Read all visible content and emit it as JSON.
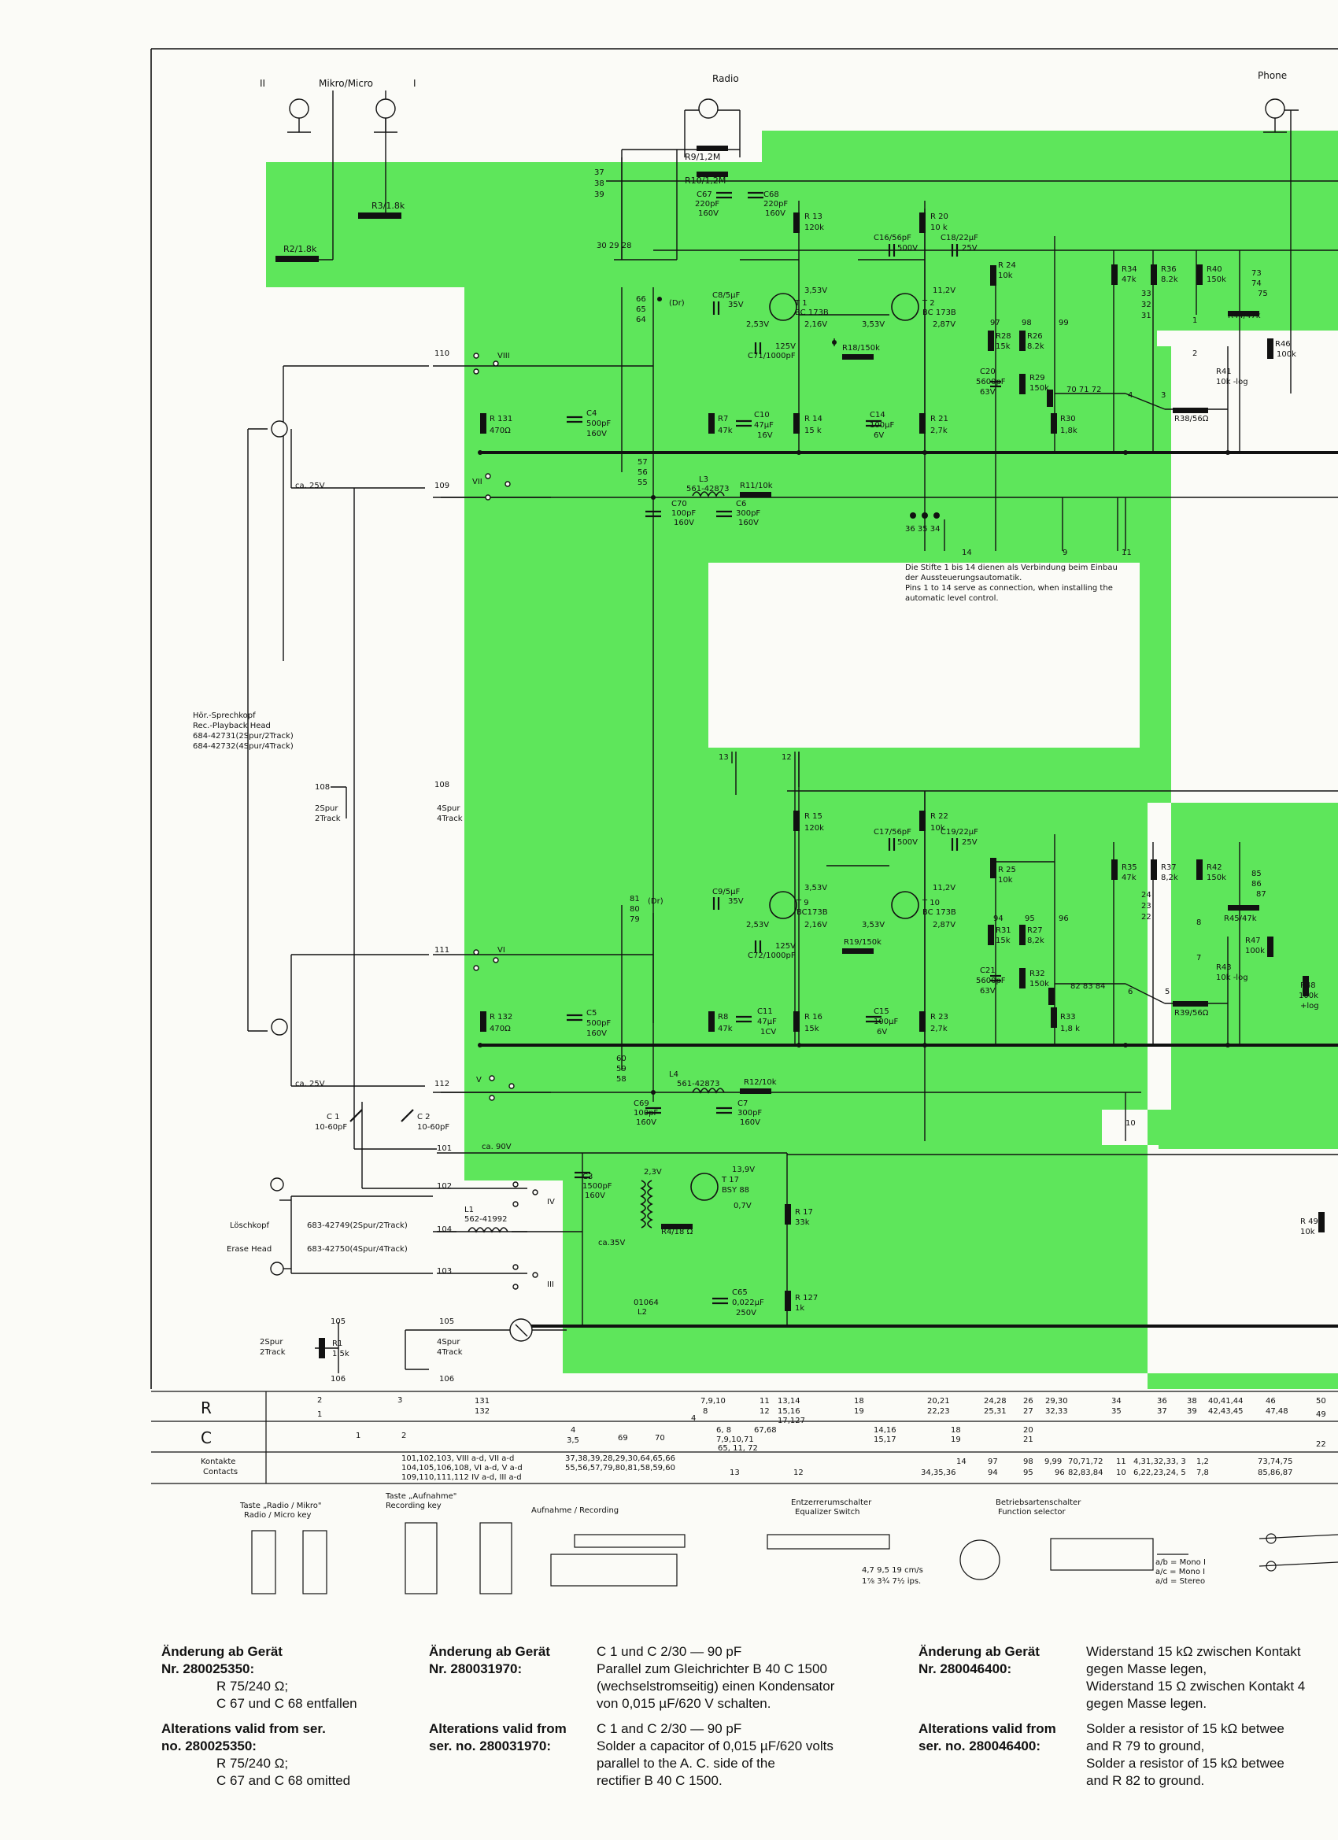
{
  "colors": {
    "green": "#5ee65b",
    "line": "#111111",
    "paper": "#fbfbf7"
  },
  "jacks": {
    "mic_label": "Mikro/Micro",
    "mic_left": "II",
    "mic_right": "I",
    "radio_label": "Radio",
    "phone_label": "Phone"
  },
  "note": {
    "de1": "Die Stifte 1 bis 14 dienen als Verbindung beim Einbau",
    "de2": "der Aussteuerungsautomatik.",
    "en1": "Pins 1 to 14 serve as connection, when installing the",
    "en2": "automatic level control."
  },
  "heads": {
    "rec_de": "Hör.-Sprechkopf",
    "rec_en": "Rec.-Playback Head",
    "rec_p1": "684-42731(2Spur/2Track)",
    "rec_p2": "684-42732(4Spur/4Track)",
    "erase_de": "Löschkopf",
    "erase_en": "Erase Head",
    "erase_p1": "683-42749(2Spur/2Track)",
    "erase_p2": "683-42750(4Spur/4Track)",
    "spur2": "2Spur",
    "track2": "2Track",
    "spur4": "4Spur",
    "track4": "4Track"
  },
  "voltages": {
    "v25a": "ca. 25V",
    "v25b": "ca. 25V",
    "v90": "ca. 90V",
    "v35": "ca.35V"
  },
  "components": {
    "R3": "R3/1.8k",
    "R2": "R2/1.8k",
    "R9": "R9/1,2M",
    "R10": "R10/1,2M",
    "C67": "C67",
    "C67v": "220pF",
    "C67u": "160V",
    "C68": "C68",
    "C68v": "220pF",
    "C68u": "160V",
    "R13": "R 13",
    "R13v": "120k",
    "R20": "R 20",
    "R20v": "10 k",
    "C16": "C16/56pF",
    "C16u": "500V",
    "C18": "C18/22µF",
    "C18u": "25V",
    "C8": "C8/5µF",
    "C8u": "35V",
    "T1": "T 1",
    "T1t": "BC 173B",
    "T2": "T 2",
    "T2t": "BC 173B",
    "C71": "C71/1000pF",
    "C71u": "125V",
    "R18": "R18/150k",
    "R24": "R 24",
    "R24v": "10k",
    "R28": "R28",
    "R28v": "15k",
    "R26": "R26",
    "R26v": "8.2k",
    "C20": "C20",
    "C20v": "5600pF",
    "C20u": "63V",
    "R29": "R29",
    "R29v": "150k",
    "R34": "R34",
    "R34v": "47k",
    "R36": "R36",
    "R36v": "8.2k",
    "R40": "R40",
    "R40v": "150k",
    "R44": "R44/47k",
    "R46": "R46",
    "R46v": "100k",
    "R41": "R41",
    "R41v": "10k -log",
    "R38": "R38/56Ω",
    "R30": "R30",
    "R30v": "1,8k",
    "R131": "R 131",
    "R131v": "470Ω",
    "C4": "C4",
    "C4v": "500pF",
    "C4u": "160V",
    "R7": "R7",
    "R7v": "47k",
    "C10": "C10",
    "C10v": "47µF",
    "C10u": "16V",
    "R14": "R 14",
    "R14v": "15 k",
    "C14": "C14",
    "C14v": "100µF",
    "C14u": "6V",
    "R21": "R 21",
    "R21v": "2,7k",
    "L3": "L3",
    "L3v": "561-42873",
    "R11": "R11/10k",
    "C70": "C70",
    "C70v": "100pF",
    "C70u": "160V",
    "C6": "C6",
    "C6v": "300pF",
    "C6u": "160V",
    "R15": "R 15",
    "R15v": "120k",
    "R22": "R 22",
    "R22v": "10k",
    "C17": "C17/56pF",
    "C17u": "500V",
    "C19": "C19/22µF",
    "C19u": "25V",
    "C9": "C9/5µF",
    "C9u": "35V",
    "T9": "T 9",
    "T9t": "BC173B",
    "T10": "T 10",
    "T10t": "BC 173B",
    "C72": "C72/1000pF",
    "C72u": "125V",
    "R19": "R19/150k",
    "R25": "R 25",
    "R25v": "10k",
    "R31": "R31",
    "R31v": "15k",
    "R27": "R27",
    "R27v": "8,2k",
    "C21": "C21",
    "C21v": "5600pF",
    "C21u": "63V",
    "R32": "R32",
    "R32v": "150k",
    "R35": "R35",
    "R35v": "47k",
    "R37": "R37",
    "R37v": "8,2k",
    "R42": "R42",
    "R42v": "150k",
    "R45": "R45/47k",
    "R47": "R47",
    "R47v": "100k",
    "R43": "R43",
    "R43v": "10k -log",
    "R39": "R39/56Ω",
    "R48": "R48",
    "R48v": "100k",
    "R48w": "+log",
    "R33": "R33",
    "R33v": "1,8 k",
    "R132": "R 132",
    "R132v": "470Ω",
    "C5": "C5",
    "C5v": "500pF",
    "C5u": "160V",
    "R8": "R8",
    "R8v": "47k",
    "C11": "C11",
    "C11v": "47µF",
    "C11u": "1CV",
    "R16": "R 16",
    "R16v": "15k",
    "C15": "C15",
    "C15v": "100µF",
    "C15u": "6V",
    "R23": "R 23",
    "R23v": "2,7k",
    "L4": "L4",
    "L4v": "561-42873",
    "R12": "R12/10k",
    "C69": "C69",
    "C69v": "100pF",
    "C69u": "160V",
    "C7": "C7",
    "C7v": "300pF",
    "C7u": "160V",
    "C1": "C 1",
    "C1v": "10-60pF",
    "C2": "C 2",
    "C2v": "10-60pF",
    "C3": "C3",
    "C3v": "1500pF",
    "C3u": "160V",
    "L1": "L1",
    "L1v": "562-41992",
    "T17": "T 17",
    "T17t": "BSY 88",
    "R4": "R4/18 Ω",
    "R17": "R 17",
    "R17v": "33k",
    "R127": "R 127",
    "R127v": "1k",
    "C65": "C65",
    "C65v": "0,022µF",
    "C65u": "250V",
    "L2": "L2",
    "L2t": "01064",
    "R1": "R1",
    "R1v": "1.5k",
    "R49": "R 49",
    "R49v": "10k"
  },
  "test_points": {
    "v1": "3,53V",
    "v2": "11,2V",
    "v3": "2,53V",
    "v4": "2,16V",
    "v5": "3,53V",
    "v6": "2,87V",
    "v7": "3,53V",
    "v8": "11,2V",
    "v9": "2,53V",
    "v10": "2,16V",
    "v11": "3,53V",
    "v12": "2,87V",
    "v13": "2,3V",
    "v14": "13,9V",
    "v15": "0,7V"
  },
  "numbers": {
    "n37": "37",
    "n38": "38",
    "n39": "39",
    "n302928": "30 29 28",
    "n66": "66",
    "n65": "65",
    "n64": "64",
    "dr1": "(Dr)",
    "dr2": "(Dr)",
    "n110": "110",
    "n109": "109",
    "n57": "57",
    "n56": "56",
    "n55": "55",
    "n36": "36 35 34",
    "n14": "14",
    "n9": "9",
    "n11": "11",
    "n97": "97",
    "n98": "98",
    "n99": "99",
    "n707172": "70 71 72",
    "n33": "33",
    "n32": "32",
    "n31": "31",
    "n73": "73",
    "n74": "74",
    "n75": "75",
    "n1": "1",
    "n2": "2",
    "n3": "3",
    "n4": "4",
    "n13": "13",
    "n12": "12",
    "n108a": "108",
    "n108b": "108",
    "n81": "81",
    "n80": "80",
    "n79": "79",
    "n111": "111",
    "n112": "112",
    "n60": "60",
    "n59": "59",
    "n58": "58",
    "n94": "94",
    "n95": "95",
    "n96": "96",
    "n828384": "82 83 84",
    "n24": "24",
    "n23": "23",
    "n22": "22",
    "n85": "85",
    "n86": "86",
    "n87": "87",
    "n8": "8",
    "n7": "7",
    "n6": "6",
    "n5": "5",
    "n10": "10",
    "n101": "101",
    "n102": "102",
    "n104": "104",
    "n103": "103",
    "n105a": "105",
    "n106": "106",
    "n105b": "105",
    "n107": "106"
  },
  "switch_labels": {
    "s8": "VIII",
    "s7": "VII",
    "s6": "VI",
    "s5": "V",
    "s4": "IV",
    "s3": "III",
    "a": "a",
    "b": "b",
    "c": "c",
    "d": "d"
  },
  "table": {
    "row_r": "R",
    "row_c": "C",
    "row_k1": "Kontakte",
    "row_k2": "Contacts",
    "r_top": [
      "2",
      "3",
      "131",
      "7,9,10",
      "11",
      "13,14",
      "18",
      "20,21",
      "24,28",
      "26",
      "29,30",
      "34",
      "36",
      "38",
      "40,41,44",
      "46",
      "50"
    ],
    "r_bot": [
      "1",
      "132",
      "8",
      "4",
      "12",
      "15,16",
      "19",
      "22,23",
      "25,31",
      "27",
      "32,33",
      "35",
      "37",
      "39",
      "42,43,45",
      "47,48",
      "49"
    ],
    "r_extra": "17,127",
    "c_top": [
      "1",
      "2",
      "4",
      "6, 8",
      "67,68",
      "14,16",
      "18",
      "20"
    ],
    "c_mid": [
      "3,5",
      "69",
      "70",
      "7,9,10,71",
      "15,17",
      "19",
      "21",
      "22"
    ],
    "c_extra": "65, 11, 72",
    "k1": "101,102,103, VIII a-d, VII a-d",
    "k2": "104,105,106,108, VI a-d, V a-d",
    "k3": "109,110,111,112   IV a-d, III a-d",
    "k4": "37,38,39,28,29,30,64,65,66",
    "k5": "55,56,57,79,80,81,58,59,60",
    "k_items": [
      "13",
      "12",
      "34,35,36",
      "14",
      "97",
      "98",
      "9,99",
      "70,71,72",
      "11",
      "4,31,32,33, 3",
      "1,2",
      "73,74,75"
    ],
    "k_items2": [
      "94",
      "95",
      "96",
      "82,83,84",
      "10",
      "6,22,23,24, 5",
      "7,8",
      "85,86,87"
    ]
  },
  "keys": {
    "radio_de": "Taste „Radio / Mikro\"",
    "radio_en": "Radio / Micro key",
    "rec_de": "Taste „Aufnahme\"",
    "rec_en": "Recording key",
    "rec_arrow": "Aufnahme / Recording",
    "eq_de": "Entzerrerumschalter",
    "eq_en": "Equalizer Switch",
    "fn_de": "Betriebsartenschalter",
    "fn_en": "Function selector",
    "speed1": "4,7  9,5  19 cm/s",
    "speed2": "1⅞  3¾  7½  ips.",
    "mono1": "a/b = Mono I",
    "mono2": "a/c = Mono I",
    "stereo": "a/d = Stereo"
  },
  "footer": {
    "c1_h1": "Änderung ab Gerät",
    "c1_h2": "Nr. 280025350:",
    "c1_l1": "R 75/240 Ω;",
    "c1_l2": "C 67 und C 68 entfallen",
    "c1_h3": "Alterations valid from ser.",
    "c1_h4": "no. 280025350:",
    "c1_l3": "R 75/240 Ω;",
    "c1_l4": "C 67 and C 68 omitted",
    "c2_h1": "Änderung ab Gerät",
    "c2_h2": "Nr. 280031970:",
    "c2_h3": "Alterations valid from",
    "c2_h4": "ser. no. 280031970:",
    "c3_l1": "C 1 und C 2/30 — 90 pF",
    "c3_l2": "Parallel zum Gleichrichter B 40 C 1500",
    "c3_l3": "(wechselstromseitig) einen Kondensator",
    "c3_l4": "von 0,015 µF/620 V schalten.",
    "c3_l5": "C 1 and C 2/30 — 90 pF",
    "c3_l6": "Solder a capacitor of 0,015 µF/620 volts",
    "c3_l7": "parallel to the A. C. side of the",
    "c3_l8": "rectifier B 40 C 1500.",
    "c4_h1": "Änderung ab Gerät",
    "c4_h2": "Nr. 280046400:",
    "c4_h3": "Alterations valid from",
    "c4_h4": "ser. no. 280046400:",
    "c5_l1": "Widerstand 15 kΩ zwischen Kontakt",
    "c5_l2": "gegen Masse legen,",
    "c5_l3": "Widerstand 15 Ω zwischen Kontakt 4",
    "c5_l4": "gegen Masse legen.",
    "c5_l5": "Solder a resistor of 15 kΩ betwee",
    "c5_l6": "and R 79 to ground,",
    "c5_l7": "Solder a resistor of 15 kΩ betwee",
    "c5_l8": "and R 82 to ground."
  }
}
